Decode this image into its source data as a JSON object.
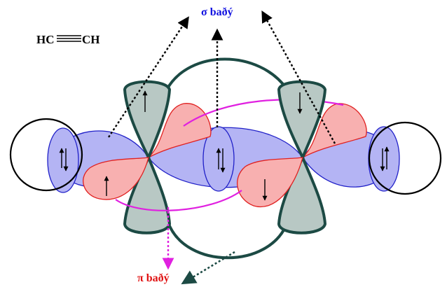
{
  "formula": {
    "left": "HC",
    "right": "CH"
  },
  "sigma_label": "σ baðý",
  "pi_label": "π baðý",
  "colors": {
    "sigma_text": "#1010e0",
    "pi_text": "#e01010",
    "sigma_lobe_fill": "#b4b4f4",
    "sigma_lobe_stroke": "#2020c8",
    "pi_lobe_fill": "#f8b0b0",
    "pi_lobe_stroke": "#e02020",
    "p_lobe_fill": "#b8c8c4",
    "p_lobe_stroke": "#1c4a44",
    "pi_overlap_line": "#e020e0",
    "arrow_dark": "#000000",
    "arrow_pi_pink": "#e020e0",
    "arrow_pi_dark": "#1c4a44",
    "s_orbital_circle": "#000000"
  },
  "icons": {
    "electron_pair": "up-down-arrows",
    "single_electron_up": "up-arrow",
    "single_electron_down": "down-arrow"
  }
}
